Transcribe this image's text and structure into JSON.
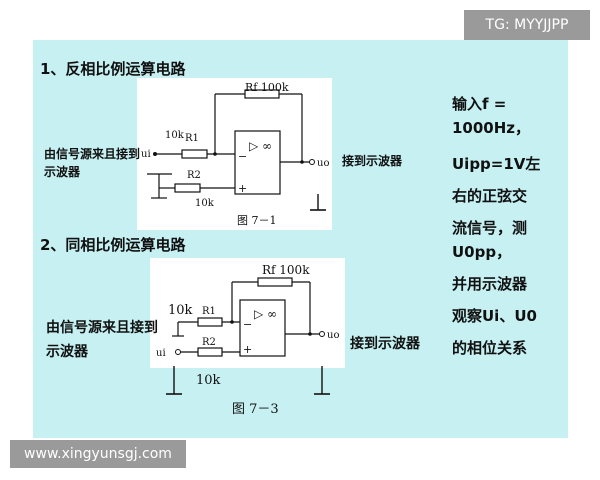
{
  "watermarks": {
    "top": "TG: MYYJJPP",
    "bottom": "www.xingyunsgj.com"
  },
  "section1": {
    "title": "1、反相比例运算电路",
    "source_label": "由信号源来且接到示波器",
    "output_label": "接到示波器",
    "rf_label": "Rf 100k",
    "r1_value": "10k",
    "r1_label": "R1",
    "r2_label": "R2",
    "r2_value": "10k",
    "input_label": "ui",
    "output_node": "uo",
    "caption": "图 7－1"
  },
  "section2": {
    "title": "2、同相比例运算电路",
    "source_label": "由信号源来且接到示波器",
    "output_label": "接到示波器",
    "rf_label": "Rf 100k",
    "r1_value": "10k",
    "r1_label": "R1",
    "r2_label": "R2",
    "r2_value": "10k",
    "input_label": "ui",
    "output_node": "uo",
    "caption": "图 7－3"
  },
  "opamp": {
    "gain_symbol": "▷ ∞",
    "minus": "−",
    "plus": "+"
  },
  "instructions": {
    "line1": "输入f =",
    "line2": "1000Hz，",
    "line3": "Uipp=1V左",
    "line4": "右的正弦交",
    "line5": "流信号，测",
    "line6": "U0pp，",
    "line7": " 并用示波器",
    "line8": "观察Ui、U0",
    "line9": "的相位关系"
  }
}
